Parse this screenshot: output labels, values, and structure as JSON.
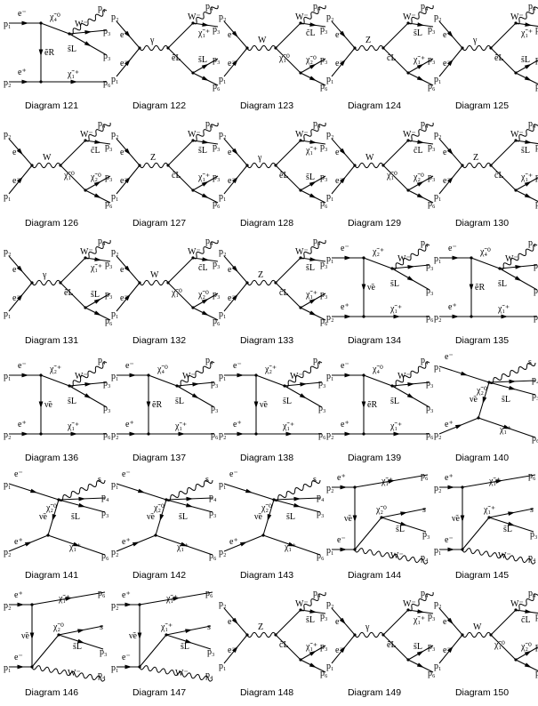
{
  "labels": {
    "p1": "p₁",
    "p2": "p₂",
    "p3": "p₃",
    "p4": "p₄",
    "p6": "p₆",
    "e_minus": "e⁻",
    "e_plus": "e⁺",
    "chi1_plus": "χ̃₁⁺",
    "chi2_plus": "χ̃₂⁺",
    "chi1_0": "χ̃₁⁰",
    "chi2_0": "χ̃₂⁰",
    "chi3_0": "χ̃₃⁰",
    "chi4_0": "χ̃₄⁰",
    "s": "s",
    "sL": "s̃L",
    "cL": "c̃L",
    "eR": "ẽR",
    "eL": "ẽL",
    "nu_e": "ν̃e",
    "nu": "νe",
    "W_minus": "W⁻",
    "W": "W",
    "Z": "Z",
    "gamma": "γ"
  },
  "diagrams": [
    {
      "id": 121,
      "caption": "Diagram 121",
      "topology": "t-channel"
    },
    {
      "id": 122,
      "caption": "Diagram 122",
      "topology": "s-channel"
    },
    {
      "id": 123,
      "caption": "Diagram 123",
      "topology": "s-channel"
    },
    {
      "id": 124,
      "caption": "Diagram 124",
      "topology": "s-channel"
    },
    {
      "id": 125,
      "caption": "Diagram 125",
      "topology": "s-channel"
    },
    {
      "id": 126,
      "caption": "Diagram 126",
      "topology": "s-channel"
    },
    {
      "id": 127,
      "caption": "Diagram 127",
      "topology": "s-channel"
    },
    {
      "id": 128,
      "caption": "Diagram 128",
      "topology": "s-channel"
    },
    {
      "id": 129,
      "caption": "Diagram 129",
      "topology": "s-channel"
    },
    {
      "id": 130,
      "caption": "Diagram 130",
      "topology": "s-channel"
    },
    {
      "id": 131,
      "caption": "Diagram 131",
      "topology": "s-channel"
    },
    {
      "id": 132,
      "caption": "Diagram 132",
      "topology": "s-channel"
    },
    {
      "id": 133,
      "caption": "Diagram 133",
      "topology": "s-channel"
    },
    {
      "id": 134,
      "caption": "Diagram 134",
      "topology": "t-channel"
    },
    {
      "id": 135,
      "caption": "Diagram 135",
      "topology": "t-channel"
    },
    {
      "id": 136,
      "caption": "Diagram 136",
      "topology": "t-channel"
    },
    {
      "id": 137,
      "caption": "Diagram 137",
      "topology": "t-channel"
    },
    {
      "id": 138,
      "caption": "Diagram 138",
      "topology": "t-channel"
    },
    {
      "id": 139,
      "caption": "Diagram 139",
      "topology": "t-channel"
    },
    {
      "id": 140,
      "caption": "Diagram 140",
      "topology": "fan"
    },
    {
      "id": 141,
      "caption": "Diagram 141",
      "topology": "fan"
    },
    {
      "id": 142,
      "caption": "Diagram 142",
      "topology": "fan"
    },
    {
      "id": 143,
      "caption": "Diagram 143",
      "topology": "fan"
    },
    {
      "id": 144,
      "caption": "Diagram 144",
      "topology": "t-channel-v"
    },
    {
      "id": 145,
      "caption": "Diagram 145",
      "topology": "t-channel-v"
    },
    {
      "id": 146,
      "caption": "Diagram 146",
      "topology": "t-channel-v"
    },
    {
      "id": 147,
      "caption": "Diagram 147",
      "topology": "t-channel-v"
    },
    {
      "id": 148,
      "caption": "Diagram 148",
      "topology": "s-channel"
    },
    {
      "id": 149,
      "caption": "Diagram 149",
      "topology": "s-channel"
    },
    {
      "id": 150,
      "caption": "Diagram 150",
      "topology": "s-channel"
    }
  ]
}
